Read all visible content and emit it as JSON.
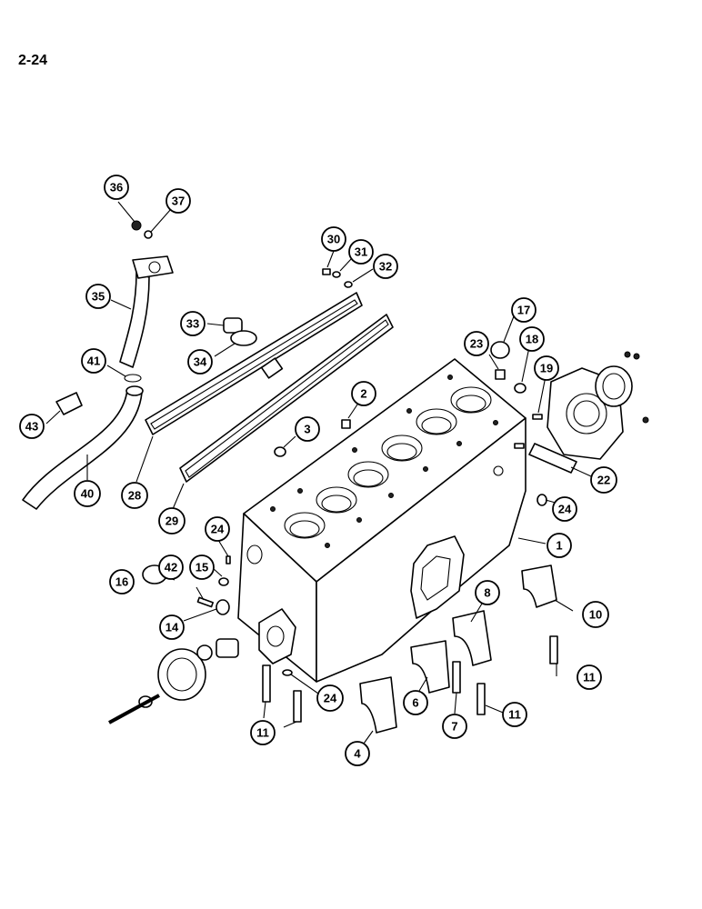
{
  "page_number": "2-24",
  "callouts": [
    {
      "key": "c1",
      "label": "1"
    },
    {
      "key": "c2",
      "label": "2"
    },
    {
      "key": "c3",
      "label": "3"
    },
    {
      "key": "c4",
      "label": "4"
    },
    {
      "key": "c6",
      "label": "6"
    },
    {
      "key": "c7",
      "label": "7"
    },
    {
      "key": "c8",
      "label": "8"
    },
    {
      "key": "c10",
      "label": "10"
    },
    {
      "key": "c11a",
      "label": "11"
    },
    {
      "key": "c11b",
      "label": "11"
    },
    {
      "key": "c11c",
      "label": "11"
    },
    {
      "key": "c14",
      "label": "14"
    },
    {
      "key": "c15",
      "label": "15"
    },
    {
      "key": "c16",
      "label": "16"
    },
    {
      "key": "c17",
      "label": "17"
    },
    {
      "key": "c18",
      "label": "18"
    },
    {
      "key": "c19",
      "label": "19"
    },
    {
      "key": "c22",
      "label": "22"
    },
    {
      "key": "c23",
      "label": "23"
    },
    {
      "key": "c24a",
      "label": "24"
    },
    {
      "key": "c24b",
      "label": "24"
    },
    {
      "key": "c24c",
      "label": "24"
    },
    {
      "key": "c28",
      "label": "28"
    },
    {
      "key": "c29",
      "label": "29"
    },
    {
      "key": "c30",
      "label": "30"
    },
    {
      "key": "c31",
      "label": "31"
    },
    {
      "key": "c32",
      "label": "32"
    },
    {
      "key": "c33",
      "label": "33"
    },
    {
      "key": "c34",
      "label": "34"
    },
    {
      "key": "c35",
      "label": "35"
    },
    {
      "key": "c36",
      "label": "36"
    },
    {
      "key": "c37",
      "label": "37"
    },
    {
      "key": "c40",
      "label": "40"
    },
    {
      "key": "c41",
      "label": "41"
    },
    {
      "key": "c42",
      "label": "42"
    },
    {
      "key": "c43",
      "label": "43"
    }
  ]
}
